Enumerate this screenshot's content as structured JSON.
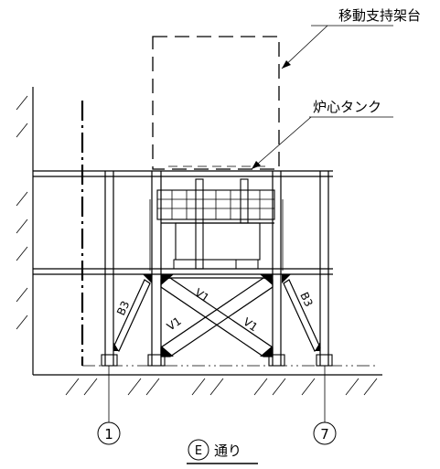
{
  "labels": {
    "support_frame": "移動支持架台",
    "core_tank": "炉心タンク",
    "brace_b3": "B3",
    "brace_v1": "V1",
    "axis_left": "1",
    "axis_right": "7",
    "section_letter": "E",
    "section_suffix": "通り"
  }
}
